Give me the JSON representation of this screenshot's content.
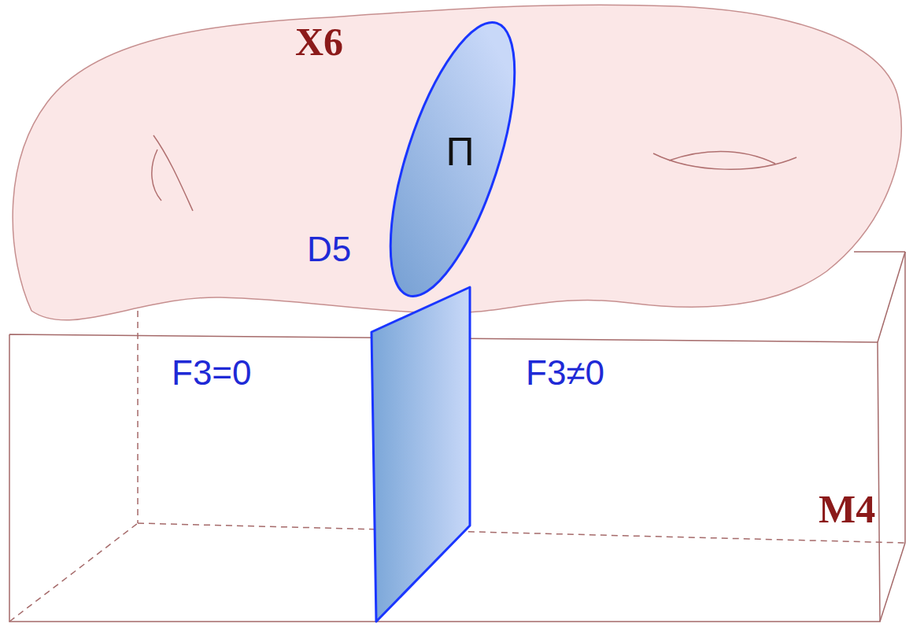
{
  "diagram": {
    "nodes": [
      {
        "text": [
          "Π"
        ]
      }
    ],
    "labels": [
      "X6",
      "D5",
      "F3=0",
      "F3≠0",
      "M4"
    ]
  }
}
